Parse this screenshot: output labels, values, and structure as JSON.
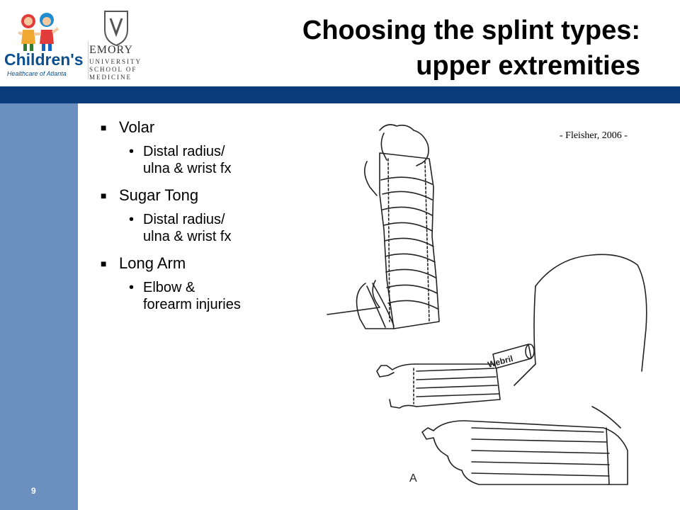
{
  "header": {
    "title_line1": "Choosing the splint types:",
    "title_line2": "upper extremities",
    "logo_childrens_name": "Children's",
    "logo_childrens_tagline": "Healthcare of Atlanta",
    "logo_emory_name": "EMORY",
    "logo_emory_line1": "UNIVERSITY",
    "logo_emory_line2": "SCHOOL OF",
    "logo_emory_line3": "MEDICINE"
  },
  "slide_number": "9",
  "bullets": [
    {
      "label": "Volar",
      "sub": [
        "Distal radius/",
        "ulna & wrist fx"
      ]
    },
    {
      "label": "Sugar Tong",
      "sub": [
        "Distal radius/",
        "ulna & wrist fx"
      ]
    },
    {
      "label": "Long Arm",
      "sub": [
        "Elbow &",
        "forearm injuries"
      ]
    }
  ],
  "figure": {
    "citation": "- Fleisher, 2006 -",
    "label_webril": "Webril",
    "label_a": "A"
  },
  "colors": {
    "bar": "#0b3b7c",
    "strip": "#6b8fbe"
  }
}
